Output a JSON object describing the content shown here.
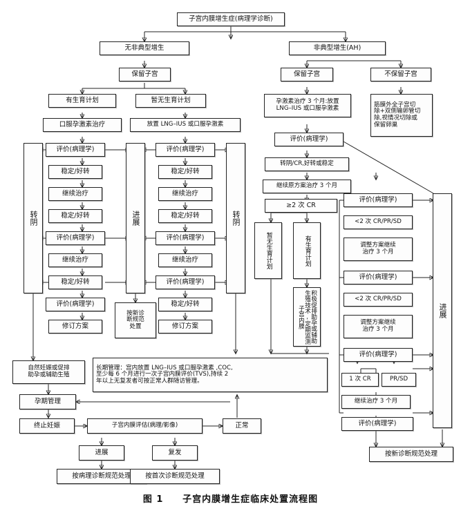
{
  "figure": {
    "caption_label": "图 1",
    "caption_title": "子宫内膜增生症临床处置流程图"
  },
  "colors": {
    "stroke": "#222222",
    "box_fill": "#fdfdfd",
    "page_bg": "#ffffff"
  },
  "nodes": {
    "root": "子宫内膜增生症(病理学诊断)",
    "left_branch": {
      "no_atypia": "无非典型增生",
      "keep_uterus": "保留子宫",
      "fertility_plan": "有生育计划",
      "no_fertility_plan": "暂无生育计划",
      "oral_progestin": "口服孕激素治疗",
      "lng_ius_or_oral": "放置 LNG–IUS 或口服孕激素"
    },
    "right_branch": {
      "atypical": "非典型增生(AH)",
      "keep_uterus": "保留子宫",
      "no_keep_uterus": "不保留子宫",
      "progestin_3m": "孕激素治疗 3 个月:放置\nLNG–IUS 或口服孕激素",
      "surgery": "筋膜外全子宫切\n除+双侧输卵管切\n除,视情况切除或\n保留卵巢",
      "eval1": "评价(病理学)",
      "cr_improve": "转阴/CR,好转或稳定",
      "continue_orig_3m": "继续原方案治疗 3 个月",
      "ge2_cr": "≥2 次 CR",
      "no_fertility_plan": "暂无生育计划",
      "fertility_plan": "有生育计划",
      "art": "积极促排助孕或辅助生殖技术,定期监测子宫内膜"
    },
    "right_chain": {
      "eval_a": "评价(病理学)",
      "lt2_a": "<2 次 CR/PR/SD",
      "adjust_a": "调整方案继续\n治疗 3 个月",
      "eval_b": "评价(病理学)",
      "lt2_b": "<2 次 CR/PR/SD",
      "adjust_b": "调整方案继续\n治疗 3 个月",
      "eval_c": "评价(病理学)",
      "one_cr": "1 次 CR",
      "pr_sd": "PR/SD",
      "continue_3m": "继续治疗 3 个月",
      "eval_d": "评价(病理学)",
      "progression_label": "进展",
      "new_standard": "按新诊断规范处理"
    },
    "left_chain": {
      "eval1": "评价(病理学)",
      "stable1": "稳定/好转",
      "continue1": "继续治疗",
      "eval2": "评价(病理学)",
      "stable2": "稳定/好转",
      "continue2": "继续治疗",
      "eval3": "评价(病理学)",
      "stable3": "稳定/好转",
      "revise": "修订方案",
      "negative_label": "转阴"
    },
    "mid_chain": {
      "eval1": "评价(病理学)",
      "stable1": "稳定/好转",
      "continue1": "继续治疗",
      "eval2": "评价(病理学)",
      "stable2": "稳定/好转",
      "continue2": "继续治疗",
      "eval3": "评价(病理学)",
      "stable3": "稳定/好转",
      "revise": "修订方案",
      "progression_label": "进展",
      "negative_label": "转阴",
      "new_standard": "按新诊\n断规范\n处置"
    },
    "bottom": {
      "pregnancy": "自然妊娠或促排\n助孕或辅助生殖",
      "prenatal_mgmt": "孕期管理",
      "terminate": "终止妊娠",
      "endometrium_eval": "子宫内膜评估(病理/影像)",
      "normal": "正常",
      "progression": "进展",
      "recurrence": "复发",
      "by_pathology": "按病理诊断规范处理",
      "by_first_dx": "按首次诊断规范处理",
      "long_term_mgmt": "长期管理：宫内放置 LNG–IUS 或口服孕激素 ,COC,\n至少每 6 个月进行一次子宫内膜评价(TVS),持续 2\n年以上无复发者可按正常人群随访管理。"
    }
  }
}
